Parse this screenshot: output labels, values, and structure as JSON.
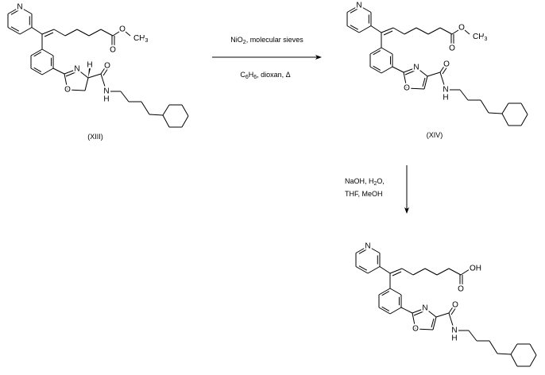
{
  "scheme": {
    "step1": {
      "reagents_above": "NiO",
      "reagents_above_sub": "2",
      "reagents_above_rest": ", molecular sieves",
      "reagents_below_c": "C",
      "reagents_below_sub1": "6",
      "reagents_below_h": "H",
      "reagents_below_sub2": "6",
      "reagents_below_rest": ", dioxan, Δ"
    },
    "step2": {
      "line1_a": "NaOH, H",
      "line1_sub": "2",
      "line1_b": "O,",
      "line2": "THF, MeOH"
    },
    "compounds": [
      {
        "label": "(XIII)",
        "type": "oxazoline",
        "ester": true
      },
      {
        "label": "(XIV)",
        "type": "oxazole",
        "ester": true
      },
      {
        "label": "",
        "type": "oxazole",
        "ester": false
      }
    ],
    "atoms": {
      "N": "N",
      "O": "O",
      "H": "H",
      "CH": "CH",
      "sub3": "3",
      "OH": "OH"
    }
  }
}
